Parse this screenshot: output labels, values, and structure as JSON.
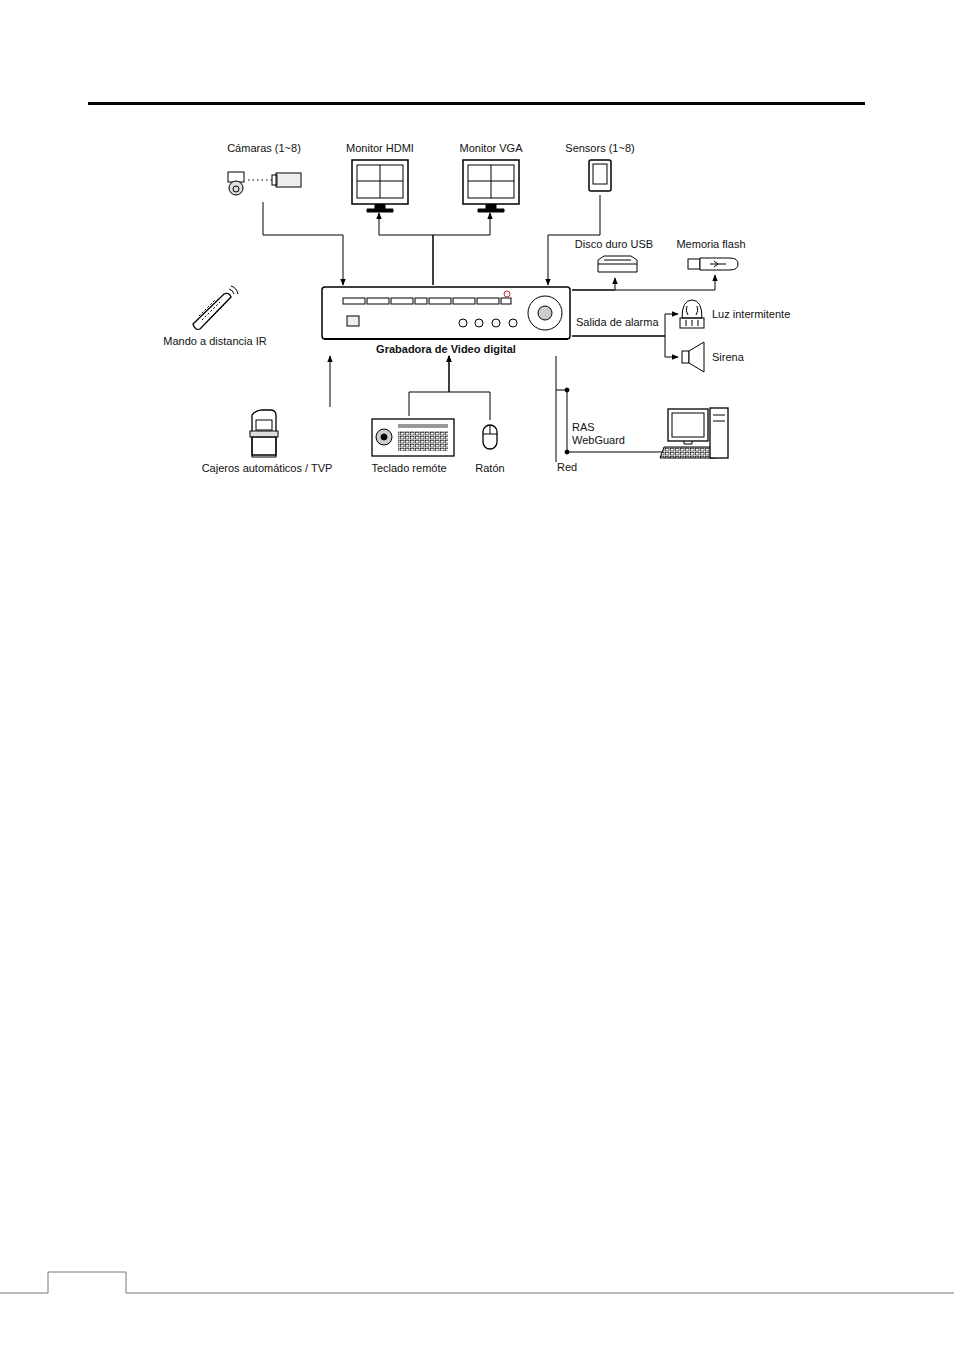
{
  "diagram": {
    "nodes": [
      {
        "text": [
          "Cámaras (1~8)"
        ]
      },
      {
        "text": [
          "Monitor HDMI"
        ]
      },
      {
        "text": [
          "Monitor VGA"
        ]
      },
      {
        "text": [
          "Sensors (1~8)"
        ]
      },
      {
        "text": [
          "Disco duro USB"
        ]
      },
      {
        "text": [
          "Memoria flash"
        ]
      },
      {
        "text": [
          "Mando a distancia IR"
        ]
      },
      {
        "text": [
          "Grabadora de Video digital"
        ]
      },
      {
        "text": [
          "Luz intermitente"
        ]
      },
      {
        "text": [
          "Sirena"
        ]
      },
      {
        "text": [
          "Cajeros automáticos / TVP"
        ]
      },
      {
        "text": [
          "Teclado remóte"
        ]
      },
      {
        "text": [
          "Ratón"
        ]
      }
    ],
    "edges": [
      {
        "from": 0,
        "to": 7,
        "arrow": "to"
      },
      {
        "from": 7,
        "to": 1,
        "arrow": "to"
      },
      {
        "from": 7,
        "to": 2,
        "arrow": "to"
      },
      {
        "from": 3,
        "to": 7,
        "arrow": "to"
      },
      {
        "from": 7,
        "to": 4,
        "arrow": "to"
      },
      {
        "from": 7,
        "to": 5,
        "arrow": "to"
      },
      {
        "from": 7,
        "to": 8,
        "label": "Salida de alarma",
        "arrow": "to"
      },
      {
        "from": 7,
        "to": 9,
        "arrow": "to"
      },
      {
        "from": 10,
        "to": 7,
        "arrow": "to"
      },
      {
        "from": 11,
        "to": 7,
        "arrow": "to"
      },
      {
        "from": 12,
        "to": 7,
        "arrow": "to"
      }
    ],
    "labels": [
      "RAS WebGuard",
      "Red"
    ]
  }
}
